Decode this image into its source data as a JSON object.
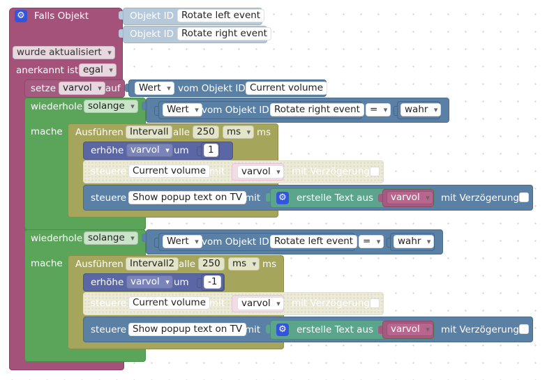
{
  "event_block": {
    "title": "Falls Objekt",
    "object_ids": [
      {
        "label": "Objekt ID",
        "value": "Rotate left event"
      },
      {
        "label": "Objekt ID",
        "value": "Rotate right event"
      }
    ],
    "trigger": "wurde aktualisiert",
    "ack_label": "anerkannt ist",
    "ack_value": "egal"
  },
  "set_block": {
    "label": "setze",
    "variable": "varvol",
    "auf": "auf",
    "wert": "Wert",
    "vom_objekt": "vom Objekt ID",
    "object": "Current volume"
  },
  "loops": [
    {
      "while_label": "wiederhole",
      "mode": "solange",
      "cond_wert": "Wert",
      "cond_vom": "vom Objekt ID",
      "cond_object": "Rotate right event",
      "operator": "=",
      "value": "wahr",
      "do_label": "mache",
      "interval": {
        "label": "Ausführen",
        "name": "Intervall",
        "alle": "alle",
        "ms_value": "250",
        "ms_unit": "ms",
        "ms_text": "ms"
      },
      "increment": {
        "label": "erhöhe",
        "variable": "varvol",
        "um": "um",
        "amount": "1"
      },
      "control": {
        "label": "steuere",
        "object": "Current volume",
        "mit": "mit",
        "variable": "varvol",
        "delay": "mit Verzögerung"
      },
      "popup": {
        "label": "steuere",
        "object": "Show popup text on TV",
        "mit": "mit",
        "create_text": "erstelle Text aus",
        "variable": "varvol",
        "delay": "mit Verzögerung"
      }
    },
    {
      "while_label": "wiederhole",
      "mode": "solange",
      "cond_wert": "Wert",
      "cond_vom": "vom Objekt ID",
      "cond_object": "Rotate left event",
      "operator": "=",
      "value": "wahr",
      "do_label": "mache",
      "interval": {
        "label": "Ausführen",
        "name": "Intervall2",
        "alle": "alle",
        "ms_value": "250",
        "ms_unit": "ms",
        "ms_text": "ms"
      },
      "increment": {
        "label": "erhöhe",
        "variable": "varvol",
        "um": "um",
        "amount": "-1"
      },
      "control": {
        "label": "steuere",
        "object": "Current volume",
        "mit": "mit",
        "variable": "varvol",
        "delay": "mit Verzögerung"
      },
      "popup": {
        "label": "steuere",
        "object": "Show popup text on TV",
        "mit": "mit",
        "create_text": "erstelle Text aus",
        "variable": "varvol",
        "delay": "mit Verzögerung"
      }
    }
  ],
  "colors": {
    "event": "#a5527b",
    "event_dark": "#8e3f68",
    "objectid": "#b6c9da",
    "variable": "#a55b80",
    "varfield": "#b8668e",
    "value": "#5b80a5",
    "loop": "#5ba55b",
    "timer": "#a5a55b",
    "math": "#5b67a5",
    "control": "#5b80a5",
    "ghost": "#e2e2c4",
    "text": "#5ba58c"
  },
  "icons": {
    "event": "gear-icon",
    "text": "gear-icon"
  }
}
